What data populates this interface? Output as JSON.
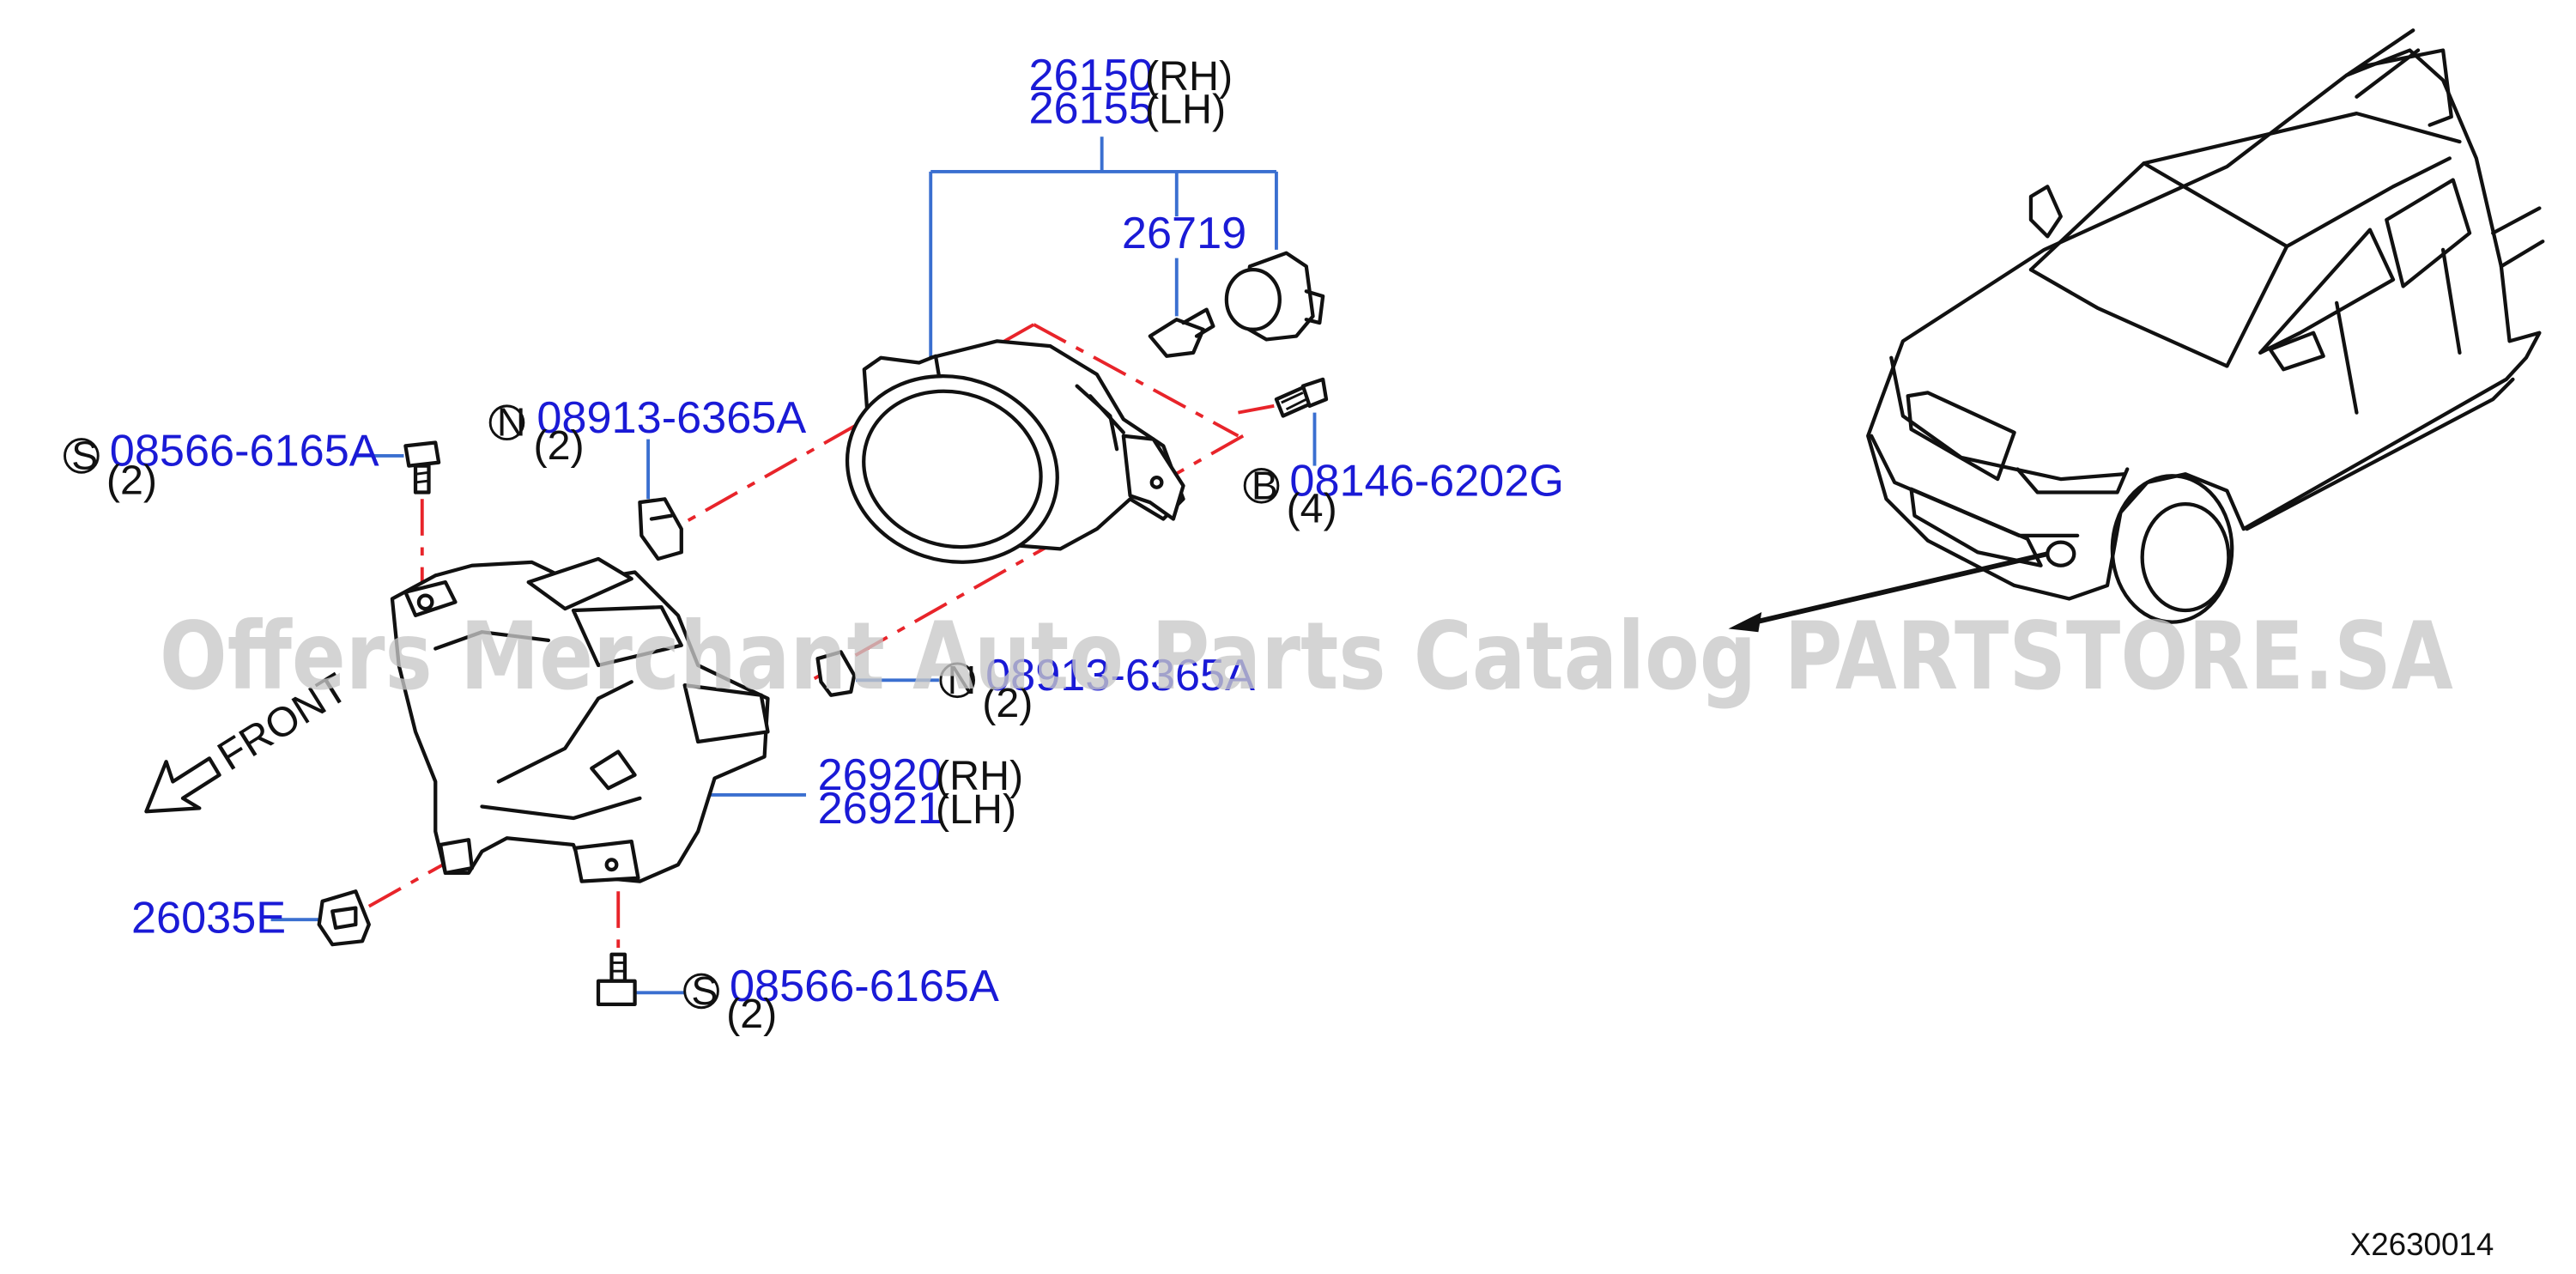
{
  "diagram_id": "X2630014",
  "watermark": "Offers Merchant Auto Parts Catalog PARTSTORE.SA",
  "direction_label": "FRONT",
  "colors": {
    "part_number": "#1a1ad6",
    "leader": "#3a6fd0",
    "phantom": "#e8242a",
    "ink": "#111111"
  },
  "callouts": {
    "fog_lamp_rh": {
      "number": "26150",
      "note": "(RH)"
    },
    "fog_lamp_lh": {
      "number": "26155",
      "note": "(LH)"
    },
    "bulb": {
      "number": "26719"
    },
    "screw_nut_upper": {
      "symbol": "N",
      "number": "08913-6365A",
      "qty": "(2)"
    },
    "screw_nut_lower": {
      "symbol": "N",
      "number": "08913-6365A",
      "qty": "(2)"
    },
    "bolt_upper_left": {
      "symbol": "S",
      "number": "08566-6165A",
      "qty": "(2)"
    },
    "bolt_lower": {
      "symbol": "S",
      "number": "08566-6165A",
      "qty": "(2)"
    },
    "bolt_lamp": {
      "symbol": "B",
      "number": "08146-6202G",
      "qty": "(4)"
    },
    "bracket_rh": {
      "number": "26920",
      "note": "(RH)"
    },
    "bracket_lh": {
      "number": "26921",
      "note": "(LH)"
    },
    "clip": {
      "number": "26035E"
    }
  }
}
